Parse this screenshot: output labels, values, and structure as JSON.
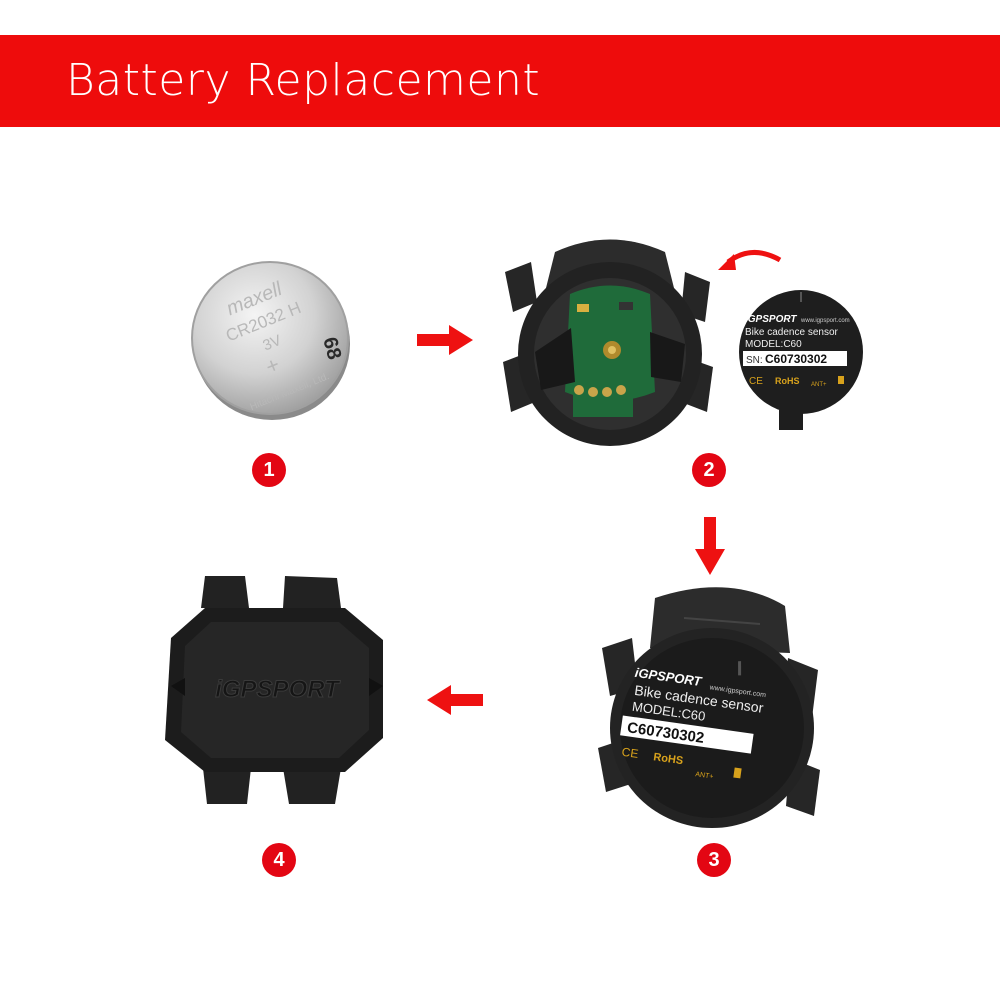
{
  "banner": {
    "title": "Battery Replacement",
    "color": "#ee0c0c"
  },
  "steps": [
    {
      "number": "1",
      "item": "coin-cell battery",
      "battery_text": {
        "brand": "maxell",
        "model": "CR2032 H",
        "voltage": "3V",
        "code": "68",
        "origin": "Hitachi Maxell, Ltd."
      }
    },
    {
      "number": "2",
      "item": "opened sensor with cover"
    },
    {
      "number": "3",
      "item": "closed sensor"
    },
    {
      "number": "4",
      "item": "assembled sensor pod"
    }
  ],
  "label": {
    "brand": "iGPSPORT",
    "website": "www.igpsport.com",
    "product": "Bike cadence sensor",
    "model": "MODEL:C60",
    "sn_prefix": "SN:",
    "sn": "C60730302",
    "ce": "CE",
    "rohs": "RoHS",
    "ant": "ANT+"
  },
  "pod_logo": "iGPSPORT",
  "colors": {
    "arrow": "#ee1111",
    "badge": "#e30613",
    "device": "#1e1e1e",
    "pcb": "#1f6b3a",
    "label_gold": "#d8a21c"
  }
}
